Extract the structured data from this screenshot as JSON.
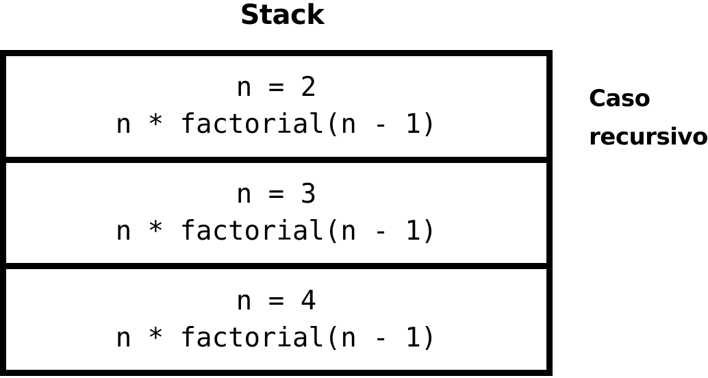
{
  "title": "Stack",
  "frames": [
    {
      "line1": "n = 2",
      "line2": "n * factorial(n - 1)"
    },
    {
      "line1": "n = 3",
      "line2": "n * factorial(n - 1)"
    },
    {
      "line1": "n = 4",
      "line2": "n * factorial(n - 1)"
    }
  ],
  "side_label": {
    "line1": "Caso",
    "line2": "recursivo"
  }
}
